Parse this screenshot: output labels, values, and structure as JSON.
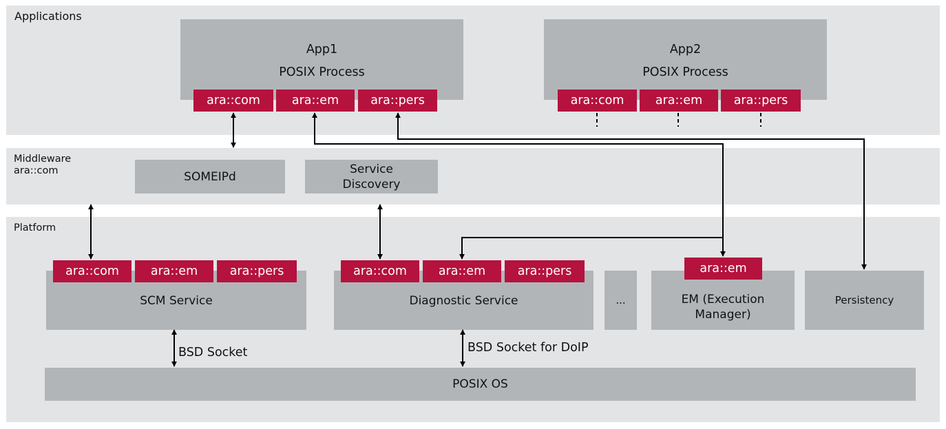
{
  "layers": {
    "applications": "Applications",
    "middleware_line1": "Middleware",
    "middleware_line2": "ara::com",
    "platform": "Platform"
  },
  "apps": [
    {
      "name": "App1",
      "type": "POSIX Process",
      "apis": [
        "ara::com",
        "ara::em",
        "ara::pers"
      ]
    },
    {
      "name": "App2",
      "type": "POSIX Process",
      "apis": [
        "ara::com",
        "ara::em",
        "ara::pers"
      ]
    }
  ],
  "middleware": {
    "someipd": "SOMEIPd",
    "service_discovery_line1": "Service",
    "service_discovery_line2": "Discovery"
  },
  "platform": {
    "scm": {
      "name": "SCM Service",
      "apis": [
        "ara::com",
        "ara::em",
        "ara::pers"
      ]
    },
    "diag": {
      "name": "Diagnostic Service",
      "apis": [
        "ara::com",
        "ara::em",
        "ara::pers"
      ]
    },
    "ellipsis": "...",
    "em": {
      "name_line1": "EM (Execution",
      "name_line2": "Manager)",
      "api": "ara::em"
    },
    "persistency": "Persistency",
    "posix_os": "POSIX OS"
  },
  "edges": {
    "bsd_socket": "BSD Socket",
    "bsd_socket_doip": "BSD Socket for DoIP"
  },
  "colors": {
    "layer_bg": "#e3e4e5",
    "box_bg": "#b2b5b8",
    "api_bg": "#b5123e",
    "line": "#000000"
  }
}
